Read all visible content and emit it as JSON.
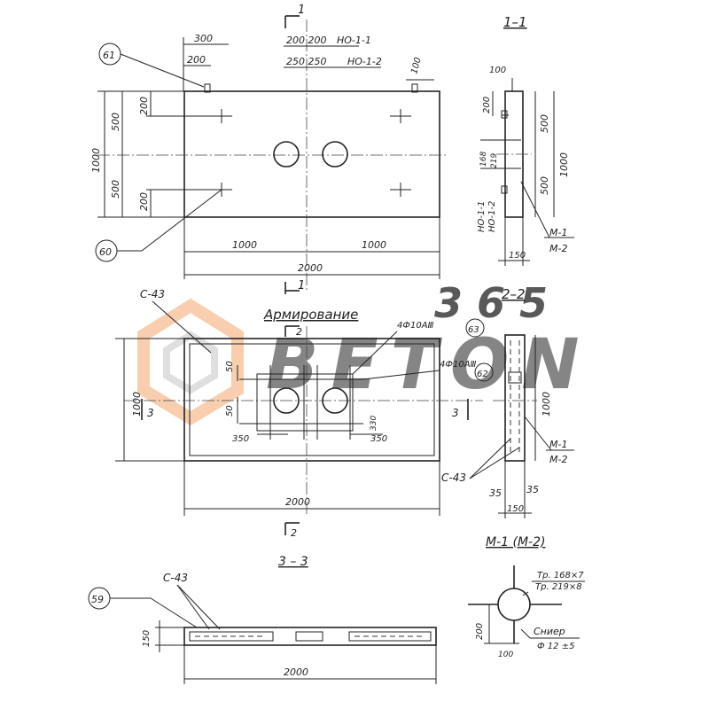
{
  "colors": {
    "ink": "#222222",
    "watermark_orange": "#f08a3c",
    "watermark_gray": "#b8b8b8",
    "paper": "#ffffff"
  },
  "watermark": {
    "number": "365",
    "word": "BETON"
  },
  "plan": {
    "section_mark_top": "1",
    "section_mark_bottom": "1",
    "dim_300": "300",
    "dim_200_top": "200",
    "dim_200_200": "200 200",
    "note_no11": "НО-1-1",
    "dim_250_250": "250 250",
    "note_no12": "НО-1-2",
    "dim_100": "100",
    "dim_200_a": "200",
    "dim_500_a": "500",
    "dim_1000_left": "1000",
    "dim_500_b": "500",
    "dim_200_b": "200",
    "dim_1000_a": "1000",
    "dim_1000_b": "1000",
    "dim_2000": "2000",
    "callout_61": "61",
    "callout_60": "60"
  },
  "section_1_1": {
    "title": "1–1",
    "dim_100": "100",
    "dim_200": "200",
    "dim_500_top": "500",
    "dim_1000": "1000",
    "dim_500_bottom": "500",
    "dim_168": "168",
    "dim_219": "219",
    "note_no11": "НО-1-1",
    "note_no12": "НО-1-2",
    "leader_m1": "М-1",
    "leader_m2": "М-2",
    "dim_150": "150"
  },
  "reinforcement": {
    "label_c43": "С-43",
    "title": "Армирование",
    "section_mark_top": "2",
    "section_mark_bottom": "2",
    "bars_63": "4Ф10АⅢ",
    "callout_63": "63",
    "bars_62": "4Ф10АⅢ",
    "callout_62": "62",
    "dim_1000": "1000",
    "dim_50_a": "50",
    "dim_50_b": "50",
    "dim_350_left": "350",
    "dim_350_right": "350",
    "dim_330": "330",
    "dim_2000": "2000",
    "section_mark_left": "3",
    "section_mark_right": "3"
  },
  "section_2_2": {
    "title": "2–2",
    "dim_1000": "1000",
    "leader_m1": "М-1",
    "leader_m2": "М-2",
    "label_c43": "С-43",
    "dim_35_a": "35",
    "dim_35_b": "35",
    "dim_150": "150"
  },
  "section_3_3": {
    "title": "3 – 3",
    "label_c43": "С-43",
    "callout_59": "59",
    "dim_150": "150",
    "dim_2000": "2000"
  },
  "detail_m1": {
    "title": "М-1 (М-2)",
    "pipe_1": "Тр. 168×7",
    "pipe_2": "Тр. 219×8",
    "anchor_label": "Сниер",
    "anchor_size": "Ф 12 ±5",
    "dim_200": "200",
    "dim_100": "100"
  }
}
